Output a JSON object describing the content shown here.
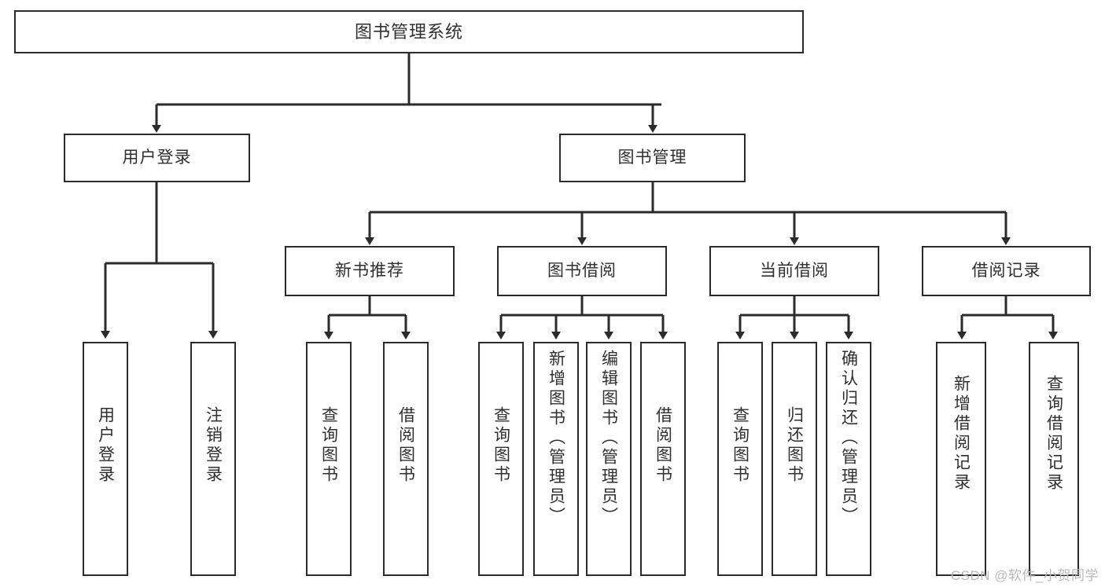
{
  "diagram": {
    "type": "tree-flowchart",
    "title": "图书管理系统",
    "watermark": "CSDN @软件_小贺同学",
    "colors": {
      "stroke": "#2b2b2b",
      "fill": "#ffffff",
      "text": "#2f2f2f",
      "watermark": "#b9b9b9"
    },
    "nodes": {
      "root": {
        "label": "图书管理系统",
        "orientation": "horizontal"
      },
      "level2": [
        {
          "id": "user-login",
          "label": "用户登录",
          "orientation": "horizontal"
        },
        {
          "id": "book-management",
          "label": "图书管理",
          "orientation": "horizontal"
        }
      ],
      "level3": [
        {
          "id": "new-book-recommend",
          "label": "新书推荐",
          "orientation": "horizontal"
        },
        {
          "id": "book-borrow",
          "label": "图书借阅",
          "orientation": "horizontal"
        },
        {
          "id": "current-borrow",
          "label": "当前借阅",
          "orientation": "horizontal"
        },
        {
          "id": "borrow-record",
          "label": "借阅记录",
          "orientation": "horizontal"
        }
      ],
      "leaves": [
        {
          "id": "leaf-user-login",
          "label": "用户登录",
          "orientation": "vertical",
          "parent": "user-login"
        },
        {
          "id": "leaf-user-logout",
          "label": "注销登录",
          "orientation": "vertical",
          "parent": "user-login"
        },
        {
          "id": "leaf-query-book-1",
          "label": "查询图书",
          "orientation": "vertical",
          "parent": "new-book-recommend"
        },
        {
          "id": "leaf-borrow-book-1",
          "label": "借阅图书",
          "orientation": "vertical",
          "parent": "new-book-recommend"
        },
        {
          "id": "leaf-query-book-2",
          "label": "查询图书",
          "orientation": "vertical",
          "parent": "book-borrow"
        },
        {
          "id": "leaf-add-book",
          "label": "新增图书（管理员）",
          "orientation": "vertical",
          "parent": "book-borrow"
        },
        {
          "id": "leaf-edit-book",
          "label": "编辑图书（管理员）",
          "orientation": "vertical",
          "parent": "book-borrow"
        },
        {
          "id": "leaf-borrow-book-2",
          "label": "借阅图书",
          "orientation": "vertical",
          "parent": "book-borrow"
        },
        {
          "id": "leaf-query-book-3",
          "label": "查询图书",
          "orientation": "vertical",
          "parent": "current-borrow"
        },
        {
          "id": "leaf-return-book",
          "label": "归还图书",
          "orientation": "vertical",
          "parent": "current-borrow"
        },
        {
          "id": "leaf-confirm-return",
          "label": "确认归还（管理员）",
          "orientation": "vertical",
          "parent": "current-borrow"
        },
        {
          "id": "leaf-add-record",
          "label": "新增借阅记录",
          "orientation": "vertical",
          "parent": "borrow-record"
        },
        {
          "id": "leaf-query-record",
          "label": "查询借阅记录",
          "orientation": "vertical",
          "parent": "borrow-record"
        }
      ]
    }
  }
}
